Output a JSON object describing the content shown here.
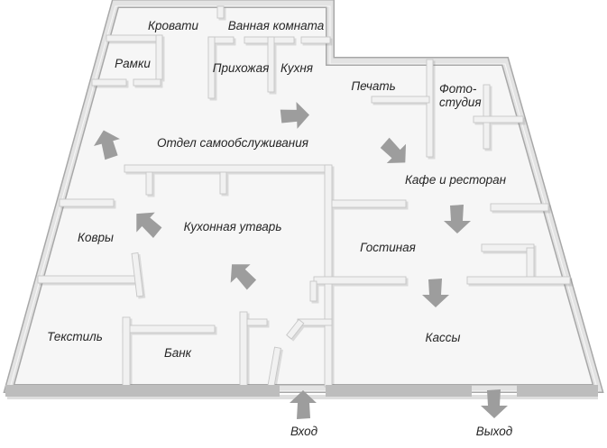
{
  "floor_plan": {
    "type": "store-floor-plan",
    "language": "ru",
    "rooms": [
      {
        "id": "beds",
        "label": "Кровати"
      },
      {
        "id": "bathroom",
        "label": "Ванная комната"
      },
      {
        "id": "frames",
        "label": "Рамки"
      },
      {
        "id": "hallway",
        "label": "Прихожая"
      },
      {
        "id": "kitchen",
        "label": "Кухня"
      },
      {
        "id": "printing",
        "label": "Печать"
      },
      {
        "id": "photo-studio",
        "label": "Фото-студия",
        "label_lines": [
          "Фото-",
          "студия"
        ]
      },
      {
        "id": "self-service",
        "label": "Отдел самообслуживания"
      },
      {
        "id": "cafe",
        "label": "Кафе и ресторан"
      },
      {
        "id": "carpets",
        "label": "Ковры"
      },
      {
        "id": "kitchenware",
        "label": "Кухонная утварь"
      },
      {
        "id": "living-room",
        "label": "Гостиная"
      },
      {
        "id": "textiles",
        "label": "Текстиль"
      },
      {
        "id": "bank",
        "label": "Банк"
      },
      {
        "id": "checkout",
        "label": "Кассы"
      }
    ],
    "entry_label": "Вход",
    "exit_label": "Выход",
    "arrows": [
      {
        "id": "entrance-up",
        "direction": "up"
      },
      {
        "id": "exit-down",
        "direction": "down"
      },
      {
        "id": "self-service-up",
        "direction": "up"
      },
      {
        "id": "to-print-right",
        "direction": "right"
      },
      {
        "id": "to-cafe-down-right",
        "direction": "down-right"
      },
      {
        "id": "cafe-to-living-down",
        "direction": "down"
      },
      {
        "id": "living-to-checkout-down",
        "direction": "down"
      },
      {
        "id": "kitchenware-up-left-1",
        "direction": "up-left"
      },
      {
        "id": "kitchenware-up-left-2",
        "direction": "up-left"
      }
    ],
    "colors": {
      "floor": "#f6f6f6",
      "outer_wall_band": "#e3e3e3",
      "outer_wall_line": "#a8a8a8",
      "interior_wall": "#f1f1f1",
      "bottom_wall": "#bdbdbd",
      "arrow": "#9d9d9d",
      "text": "#262626"
    }
  }
}
